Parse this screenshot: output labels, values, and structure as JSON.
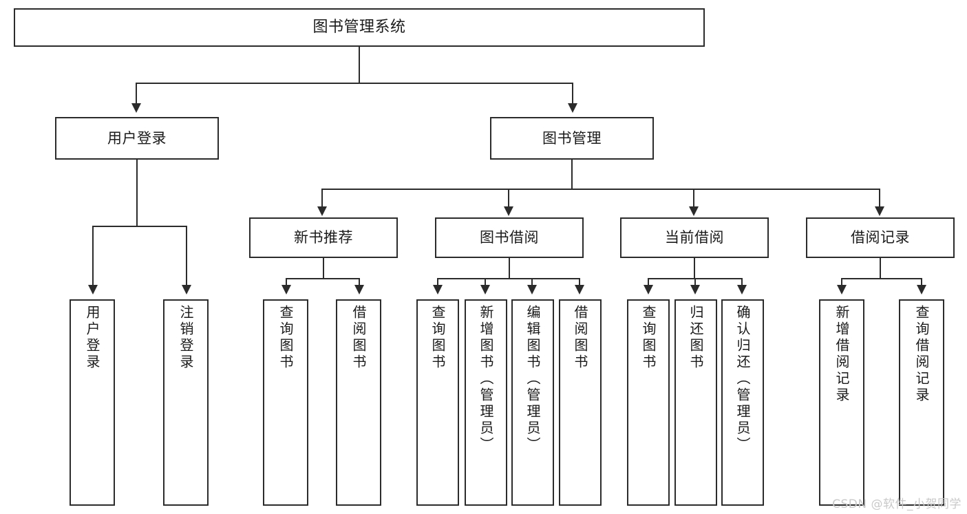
{
  "diagram": {
    "title": "图书管理系统",
    "type": "tree",
    "watermark": "CSDN @软件_小贺同学",
    "nodes": {
      "root": {
        "label": "图书管理系统"
      },
      "level1": [
        {
          "id": "user-login",
          "label": "用户登录"
        },
        {
          "id": "book-management",
          "label": "图书管理"
        }
      ],
      "level2": [
        {
          "id": "new-book-recommend",
          "label": "新书推荐"
        },
        {
          "id": "book-borrow",
          "label": "图书借阅"
        },
        {
          "id": "current-borrow",
          "label": "当前借阅"
        },
        {
          "id": "borrow-record",
          "label": "借阅记录"
        }
      ],
      "leaves": {
        "user_login": [
          {
            "id": "leaf-user-login",
            "label": "用户登录"
          },
          {
            "id": "leaf-logout",
            "label": "注销登录"
          }
        ],
        "new_book_recommend": [
          {
            "id": "leaf-query-book-1",
            "label": "查询图书"
          },
          {
            "id": "leaf-borrow-book-1",
            "label": "借阅图书"
          }
        ],
        "book_borrow": [
          {
            "id": "leaf-query-book-2",
            "label": "查询图书"
          },
          {
            "id": "leaf-add-book",
            "label": "新增图书（管理员）"
          },
          {
            "id": "leaf-edit-book",
            "label": "编辑图书（管理员）"
          },
          {
            "id": "leaf-borrow-book-2",
            "label": "借阅图书"
          }
        ],
        "current_borrow": [
          {
            "id": "leaf-query-book-3",
            "label": "查询图书"
          },
          {
            "id": "leaf-return-book",
            "label": "归还图书"
          },
          {
            "id": "leaf-confirm-return",
            "label": "确认归还（管理员）"
          }
        ],
        "borrow_record": [
          {
            "id": "leaf-add-record",
            "label": "新增借阅记录"
          },
          {
            "id": "leaf-query-record",
            "label": "查询借阅记录"
          }
        ]
      }
    },
    "colors": {
      "stroke": "#2b2b2b",
      "fill": "#ffffff",
      "text": "#1a1a1a",
      "watermark": "#c9c9c9"
    }
  }
}
